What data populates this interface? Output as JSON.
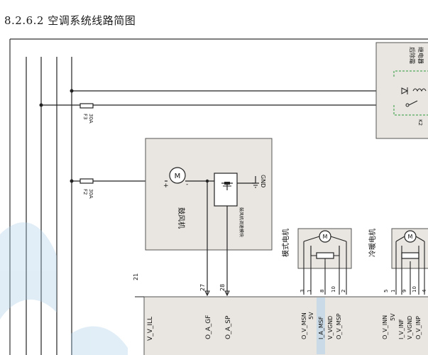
{
  "heading": "8.2.6.2 空调系统线路简图",
  "fuses": [
    {
      "id": "F3",
      "rating": "30A"
    },
    {
      "id": "F2",
      "rating": "30A"
    }
  ],
  "relay_box": {
    "labels": [
      "后除霜",
      "继电器"
    ],
    "pin": "K2"
  },
  "blower": {
    "motor_symbol": "M",
    "name": "鼓风机",
    "speed_module": "鼓风机调速模块",
    "ground": "GND",
    "plus": "+",
    "minus": "-"
  },
  "mode_motor": {
    "name": "模式电机",
    "symbol": "M"
  },
  "cold_warm_motor": {
    "name": "冷暖电机",
    "symbol": "M"
  },
  "controller": {
    "pin_21": "21",
    "power_label": "V_V_ILL",
    "pin_27": "27",
    "pin_27_label": "O_A_GF",
    "pin_28": "28",
    "pin_28_label": "O_A_SP",
    "mode_pins": [
      {
        "num": "3",
        "label": "O_V_MSN"
      },
      {
        "num": "1",
        "label": "5V"
      },
      {
        "num": "8",
        "label": "I_A_MSF"
      },
      {
        "num": "10",
        "label": "V_VGND"
      },
      {
        "num": "2",
        "label": "O_V_MSP"
      }
    ],
    "cw_pins": [
      {
        "num": "5",
        "label": "O_V_INN"
      },
      {
        "num": "1",
        "label": "5V"
      },
      {
        "num": "9",
        "label": "I_V_INF"
      },
      {
        "num": "10",
        "label": "V_VGND"
      },
      {
        "num": "4",
        "label": "O_V_INP"
      }
    ]
  }
}
